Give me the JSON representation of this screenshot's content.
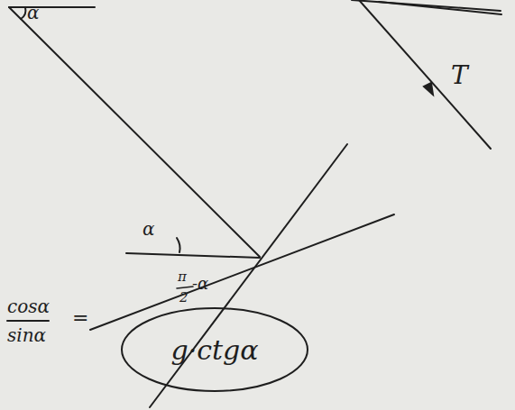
{
  "diagram": {
    "nodes": [
      {
        "text": [
          "g·ctgα"
        ]
      }
    ],
    "labels": [
      "α",
      "T",
      "α",
      "π",
      "2",
      "-α",
      "cosα",
      "sinα",
      "="
    ]
  }
}
